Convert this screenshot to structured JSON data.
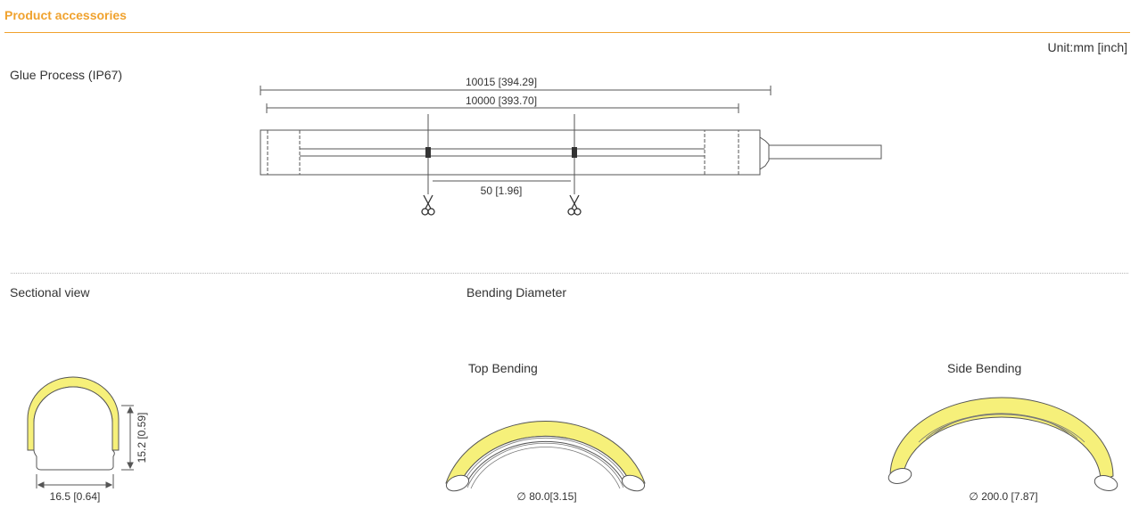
{
  "header": {
    "title": "Product accessories",
    "unit": "Unit:mm [inch]"
  },
  "glue_process": {
    "label": "Glue Process (IP67)",
    "overall_length": "10015 [394.29]",
    "body_length": "10000 [393.70]",
    "cut_spacing": "50 [1.96]"
  },
  "sectional_view": {
    "label": "Sectional view",
    "width": "16.5 [0.64]",
    "height": "15.2 [0.59]"
  },
  "bending": {
    "label": "Bending Diameter",
    "top": {
      "label": "Top Bending",
      "diameter": "∅ 80.0[3.15]"
    },
    "side": {
      "label": "Side Bending",
      "diameter": "∅ 200.0 [7.87]"
    }
  },
  "colors": {
    "accent": "#f0a22e",
    "led_yellow": "#f6f07a",
    "line": "#555555"
  },
  "icons": [
    "scissors-icon",
    "scissors-icon"
  ]
}
